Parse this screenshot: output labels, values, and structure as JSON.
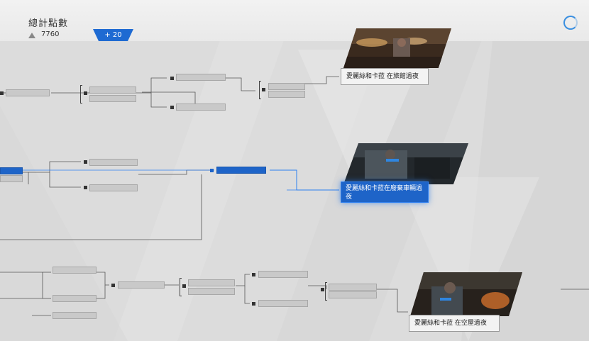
{
  "header": {
    "title": "總計點數",
    "score": "7760",
    "gain": "+ 20"
  },
  "colors": {
    "accent": "#1e64c8",
    "background": "#dcdcdc"
  },
  "icons": {
    "score": "triangle-up-icon",
    "loading": "loading-ring-icon",
    "node": "speech-bubble-icon"
  },
  "flowchart": {
    "nodes": [
      {
        "label": "",
        "state": "unlocked"
      },
      {
        "label": "",
        "state": "unlocked"
      },
      {
        "label": "",
        "state": "unlocked"
      },
      {
        "label": "",
        "state": "unlocked"
      },
      {
        "label": "",
        "state": "unlocked"
      },
      {
        "label": "",
        "state": "unlocked"
      },
      {
        "label": "",
        "state": "unlocked"
      },
      {
        "label": "",
        "state": "selected"
      },
      {
        "label": "",
        "state": "selected"
      },
      {
        "label": "",
        "state": "unlocked"
      },
      {
        "label": "",
        "state": "unlocked"
      },
      {
        "label": "",
        "state": "selected"
      },
      {
        "label": "",
        "state": "unlocked"
      },
      {
        "label": "",
        "state": "unlocked"
      },
      {
        "label": "",
        "state": "unlocked"
      },
      {
        "label": "",
        "state": "unlocked"
      },
      {
        "label": "",
        "state": "unlocked"
      },
      {
        "label": "",
        "state": "unlocked"
      },
      {
        "label": "",
        "state": "unlocked"
      },
      {
        "label": "",
        "state": "unlocked"
      },
      {
        "label": "",
        "state": "unlocked"
      },
      {
        "label": "",
        "state": "unlocked"
      },
      {
        "label": "",
        "state": "unlocked"
      },
      {
        "label": "",
        "state": "unlocked"
      },
      {
        "label": "",
        "state": "unlocked"
      },
      {
        "label": "",
        "state": "unlocked"
      }
    ],
    "endings": [
      {
        "label": "愛麗絲和卡菈 在旅館過夜",
        "state": "unlocked"
      },
      {
        "label": "愛麗絲和卡菈在廢棄車輛過夜",
        "state": "selected"
      },
      {
        "label": "愛麗絲和卡菈 在空屋過夜",
        "state": "unlocked"
      }
    ]
  }
}
